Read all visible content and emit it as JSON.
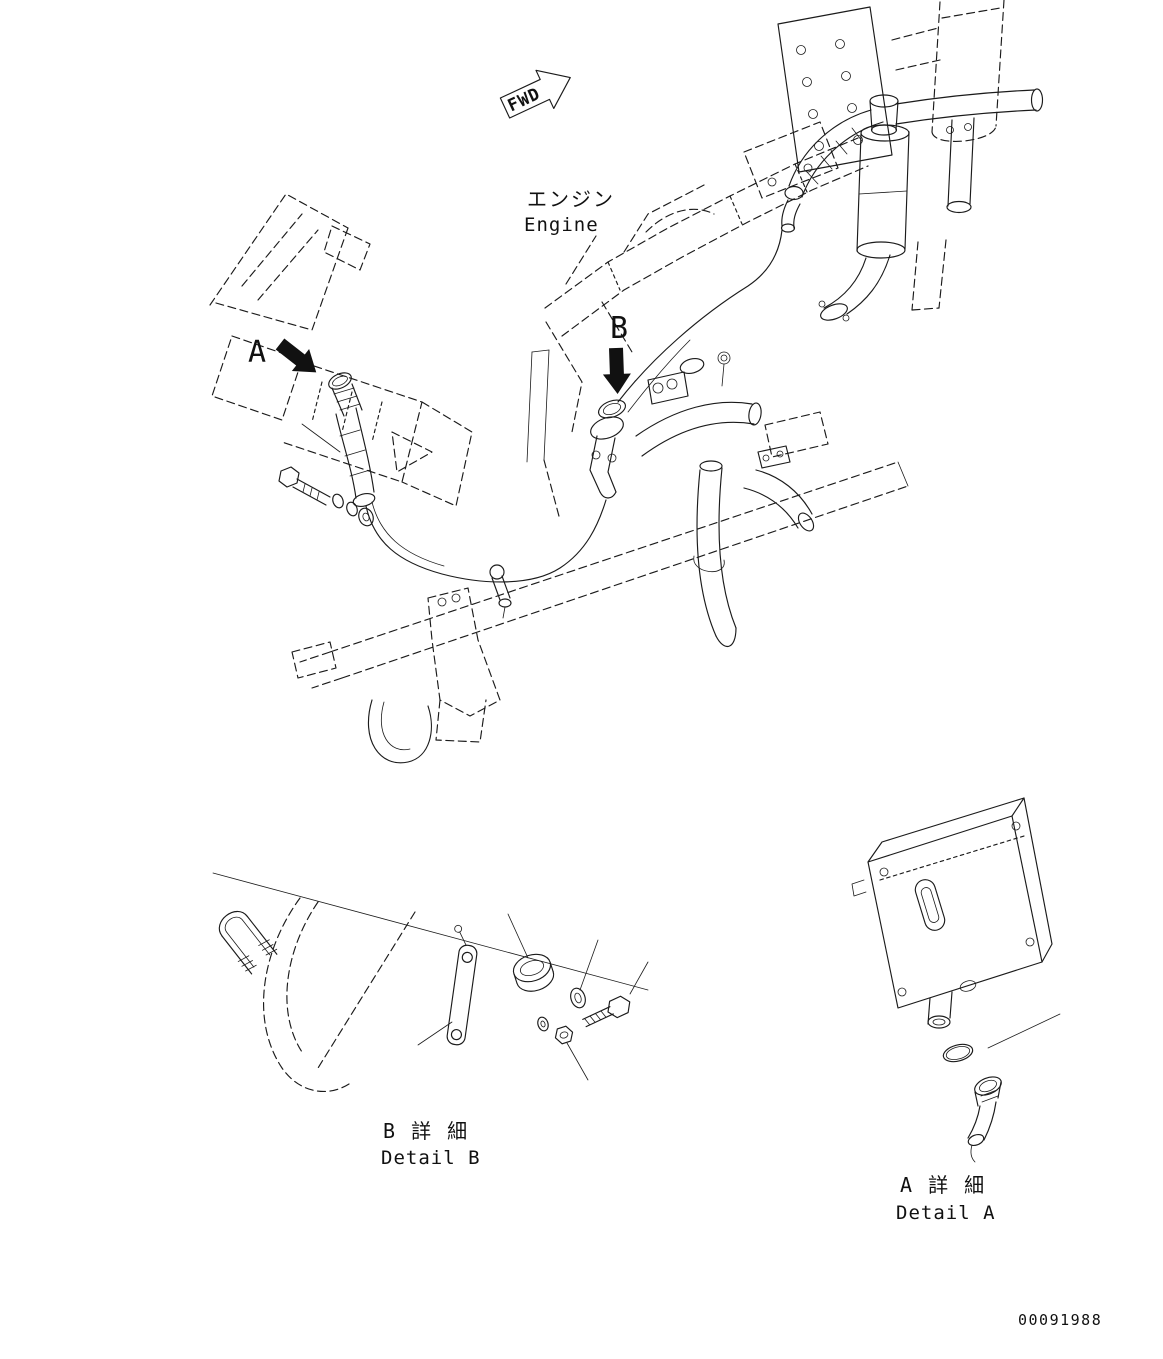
{
  "page": {
    "background": "#ffffff",
    "line_color": "#1b1b1b"
  },
  "header": {
    "fwd_label": "FWD",
    "engine_label_jp": "エンジン",
    "engine_label_en": "Engine"
  },
  "callouts": {
    "a_label": "A",
    "b_label": "B"
  },
  "details": {
    "b": {
      "title_jp": "B 詳 細",
      "title_en": "Detail B"
    },
    "a": {
      "title_jp": "A 詳 細",
      "title_en": "Detail A"
    }
  },
  "footer": {
    "drawing_number": "00091988"
  }
}
